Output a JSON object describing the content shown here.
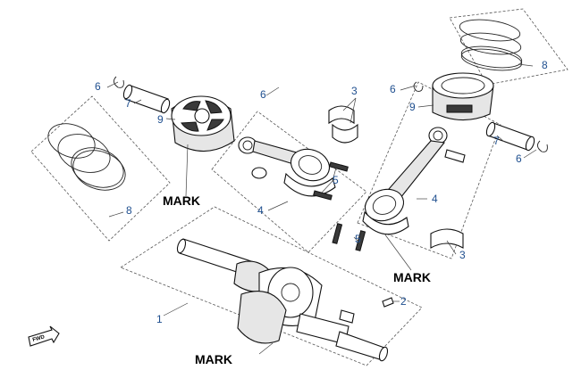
{
  "callouts": {
    "c1": "1",
    "c2": "2",
    "c3_top": "3",
    "c3_bottom": "3",
    "c4_left": "4",
    "c4_right": "4",
    "c5_top": "5",
    "c5_bottom": "5",
    "c6_left": "6",
    "c6_mid": "6",
    "c6_right_top": "6",
    "c6_right_bottom": "6",
    "c7_left": "7",
    "c7_right": "7",
    "c8_left": "8",
    "c8_right": "8",
    "c9_left": "9",
    "c9_right": "9"
  },
  "marks": {
    "piston_left": "MARK",
    "rod_right": "MARK",
    "crank_bottom": "MARK"
  },
  "fwd_label": "FWD",
  "colors": {
    "callout": "#1f4f8f",
    "line": "#222222"
  }
}
